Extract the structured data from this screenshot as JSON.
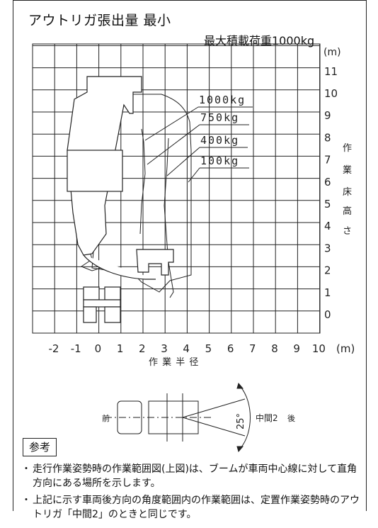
{
  "title": "アウトリガ張出量 最小",
  "capacity_label": "最大積載荷重1000kg",
  "chart": {
    "y_unit": "(m)",
    "x_unit": "(m)",
    "x_ticks": [
      "-2",
      "-1",
      "0",
      "1",
      "2",
      "3",
      "4",
      "5",
      "6",
      "7",
      "8",
      "9",
      "10"
    ],
    "y_ticks": [
      "0",
      "1",
      "2",
      "3",
      "4",
      "5",
      "6",
      "7",
      "8",
      "9",
      "10",
      "11"
    ],
    "x_axis_title": "作 業 半 径",
    "y_axis_title": [
      "作",
      "業",
      "床",
      "高",
      "さ"
    ],
    "load_labels": [
      "1000kg",
      "750kg",
      "400kg",
      "100kg"
    ]
  },
  "vehicle_diagram": {
    "front_label": "前",
    "middle_label": "中間2",
    "rear_label": "後",
    "angle_label": "25°"
  },
  "reference": {
    "heading": "参考",
    "notes": [
      "走行作業姿勢時の作業範囲図(上図)は、ブームが車両中心線に対して直角方向にある場所を示します。",
      "上記に示す車両後方向の角度範囲内の作業範囲は、定置作業姿勢時のアウトリガ「中間2」のときと同じです。"
    ]
  }
}
